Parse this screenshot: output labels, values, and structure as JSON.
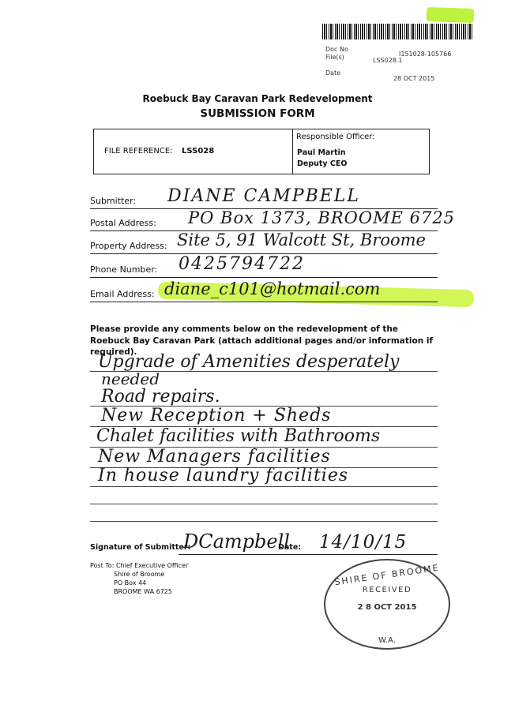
{
  "header": {
    "doc_no_label": "Doc No",
    "doc_no_value": "I151028-105766",
    "files_label": "File(s)",
    "files_value": "LSS028.1",
    "date_label": "Date",
    "date_value": "28 OCT 2015"
  },
  "form": {
    "title": "Roebuck Bay Caravan Park Redevelopment",
    "subtitle": "SUBMISSION FORM",
    "file_reference_label": "FILE REFERENCE:",
    "file_reference_value": "LSS028",
    "responsible_officer_label": "Responsible Officer:",
    "officer_name": "Paul Martin",
    "officer_title": "Deputy CEO"
  },
  "fields": {
    "submitter_label": "Submitter:",
    "submitter_value": "DIANE CAMPBELL",
    "postal_label": "Postal Address:",
    "postal_value": "PO Box 1373, BROOME 6725",
    "property_label": "Property Address:",
    "property_value": "Site 5, 91 Walcott St, Broome",
    "phone_label": "Phone Number:",
    "phone_value": "0425794722",
    "email_label": "Email Address:",
    "email_value": "diane_c101@hotmail.com"
  },
  "comments": {
    "prompt": "Please provide any comments below on the redevelopment of the Roebuck Bay Caravan Park (attach additional pages and/or information if required).",
    "lines": [
      "Upgrade of Amenities desperately",
      "needed",
      "Road repairs.",
      "New Reception + Sheds",
      "Chalet facilities with Bathrooms",
      "New Managers facilities",
      "In house laundry facilities"
    ]
  },
  "signature": {
    "label": "Signature of Submitter:",
    "signature_text": "DCampbell",
    "date_label": "Date:",
    "date_value": "14/10/15"
  },
  "post_to": {
    "label": "Post To: Chief Executive Officer",
    "line1": "Shire of Broome",
    "line2": "PO Box 44",
    "line3": "BROOME WA 6725"
  },
  "stamp": {
    "top": "SHIRE OF BROOME",
    "middle": "RECEIVED",
    "date": "2 8 OCT 2015",
    "bottom": "W.A."
  }
}
